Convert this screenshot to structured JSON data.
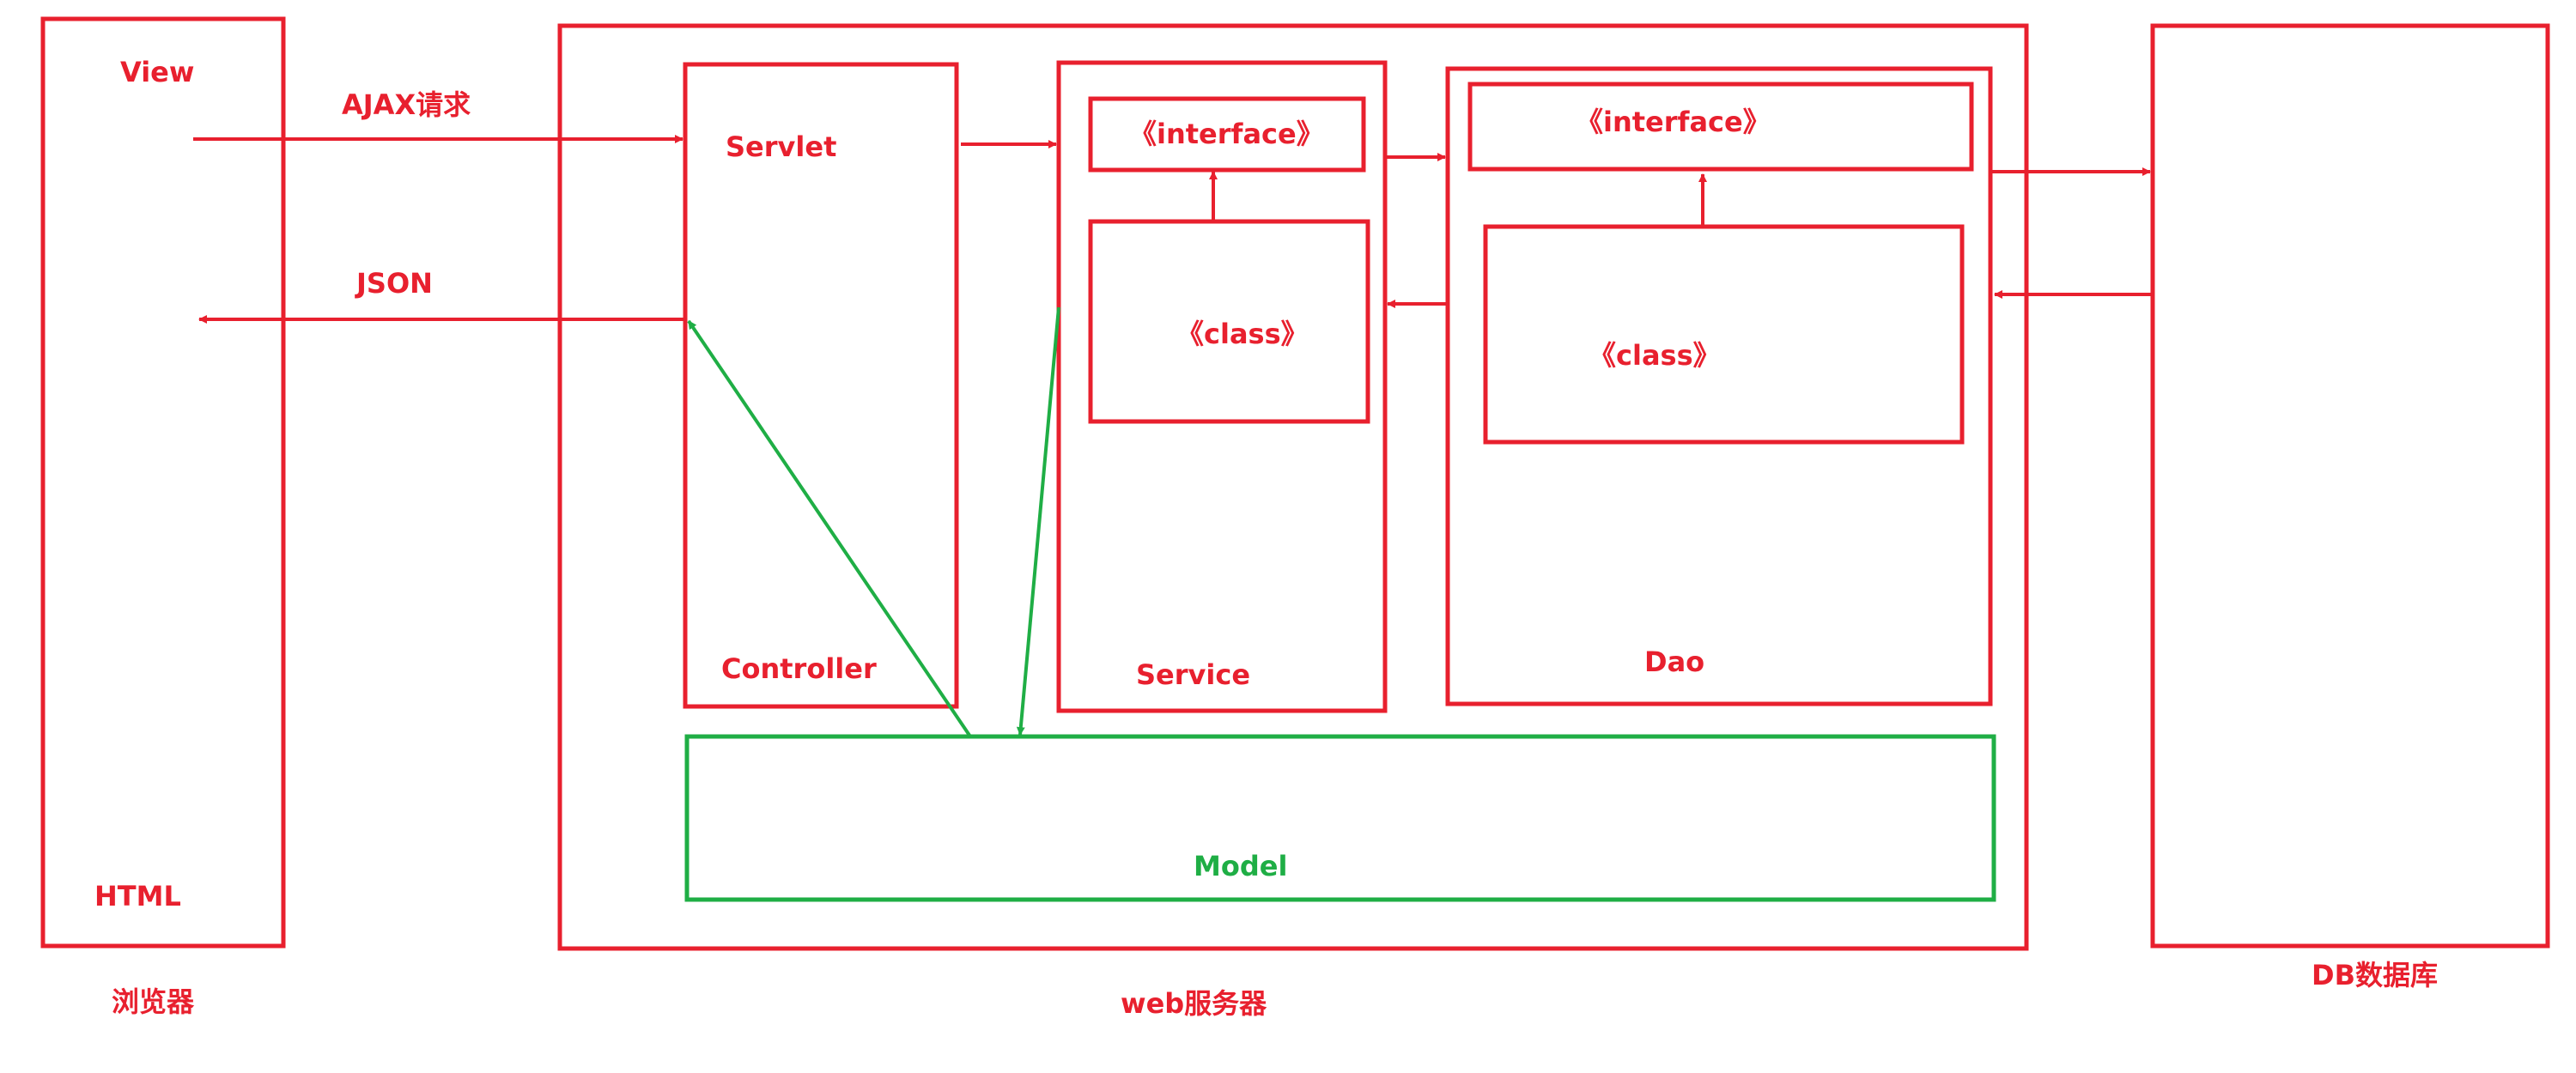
{
  "colors": {
    "primary": "#e8202e",
    "model": "#1fae45",
    "background": "#ffffff"
  },
  "browser": {
    "view_label": "View",
    "html_label": "HTML",
    "caption": "浏览器"
  },
  "server": {
    "caption": "web服务器",
    "controller": {
      "servlet_label": "Servlet",
      "controller_label": "Controller"
    },
    "service": {
      "interface_label": "《interface》",
      "class_label": "《class》",
      "service_label": "Service"
    },
    "dao": {
      "interface_label": "《interface》",
      "class_label": "《class》",
      "dao_label": "Dao"
    },
    "model": {
      "model_label": "Model"
    }
  },
  "database": {
    "caption": "DB数据库"
  },
  "flows": {
    "request_label": "AJAX请求",
    "response_label": "JSON"
  }
}
